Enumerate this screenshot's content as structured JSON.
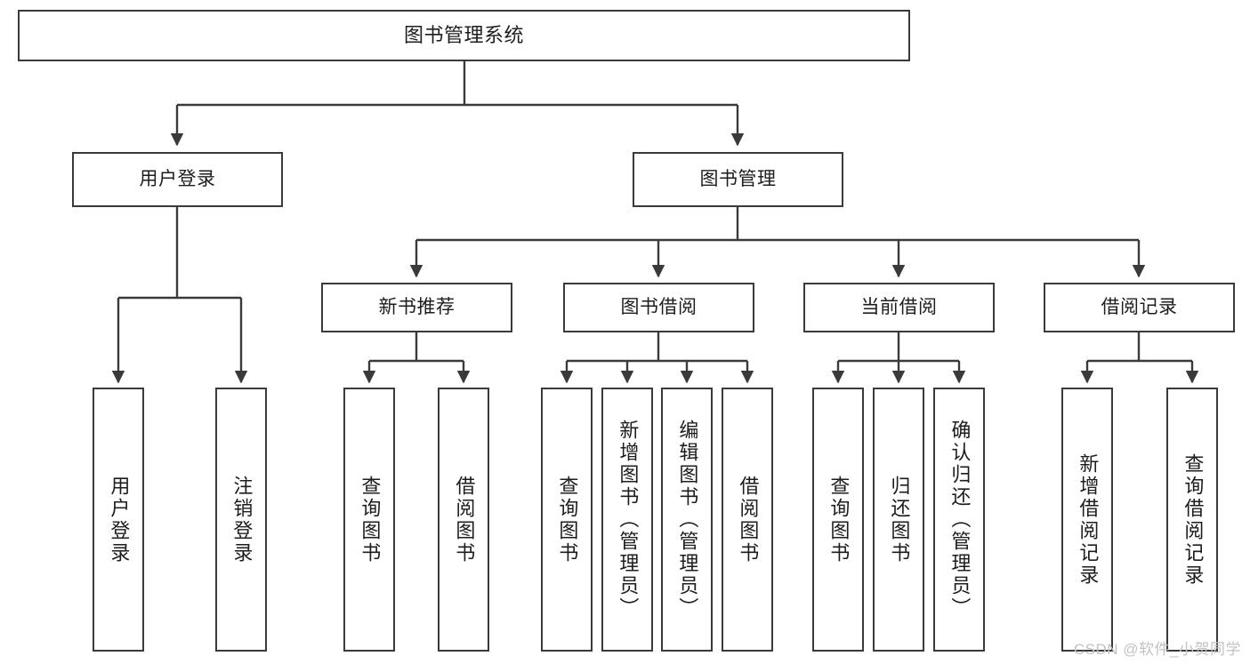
{
  "diagram": {
    "title": "图书管理系统",
    "type": "tree-hierarchy-diagram",
    "watermark": "CSDN @软件_小贺同学",
    "colors": {
      "box_border": "#3a3a3a",
      "box_fill": "#ffffff",
      "edge": "#3a3a3a",
      "text": "#1d1d1d",
      "watermark": "#c2c2c2",
      "background": "#ffffff"
    },
    "nodes": {
      "root": {
        "id": "root",
        "label": "图书管理系统",
        "level": 0
      },
      "l1": [
        {
          "id": "user_login",
          "label": "用户登录",
          "level": 1
        },
        {
          "id": "book_mgmt",
          "label": "图书管理",
          "level": 1
        }
      ],
      "l2": [
        {
          "id": "new_book_rec",
          "label": "新书推荐",
          "level": 2,
          "parent": "book_mgmt"
        },
        {
          "id": "book_borrow",
          "label": "图书借阅",
          "level": 2,
          "parent": "book_mgmt"
        },
        {
          "id": "current_borrow",
          "label": "当前借阅",
          "level": 2,
          "parent": "book_mgmt"
        },
        {
          "id": "borrow_record",
          "label": "借阅记录",
          "level": 2,
          "parent": "book_mgmt"
        }
      ],
      "leaves": [
        {
          "id": "leaf_user_login",
          "label": "用户登录",
          "parent": "user_login"
        },
        {
          "id": "leaf_user_logout",
          "label": "注销登录",
          "parent": "user_login"
        },
        {
          "id": "leaf_query_book_1",
          "label": "查询图书",
          "parent": "new_book_rec"
        },
        {
          "id": "leaf_borrow_book_1",
          "label": "借阅图书",
          "parent": "new_book_rec"
        },
        {
          "id": "leaf_query_book_2",
          "label": "查询图书",
          "parent": "book_borrow"
        },
        {
          "id": "leaf_add_book",
          "label": "新增图书（管理员）",
          "parent": "book_borrow"
        },
        {
          "id": "leaf_edit_book",
          "label": "编辑图书（管理员）",
          "parent": "book_borrow"
        },
        {
          "id": "leaf_borrow_book_2",
          "label": "借阅图书",
          "parent": "book_borrow"
        },
        {
          "id": "leaf_query_book_3",
          "label": "查询图书",
          "parent": "current_borrow"
        },
        {
          "id": "leaf_return_book",
          "label": "归还图书",
          "parent": "current_borrow"
        },
        {
          "id": "leaf_confirm_return",
          "label": "确认归还（管理员）",
          "parent": "current_borrow"
        },
        {
          "id": "leaf_add_record",
          "label": "新增借阅记录",
          "parent": "borrow_record"
        },
        {
          "id": "leaf_query_record",
          "label": "查询借阅记录",
          "parent": "borrow_record"
        }
      ]
    }
  }
}
